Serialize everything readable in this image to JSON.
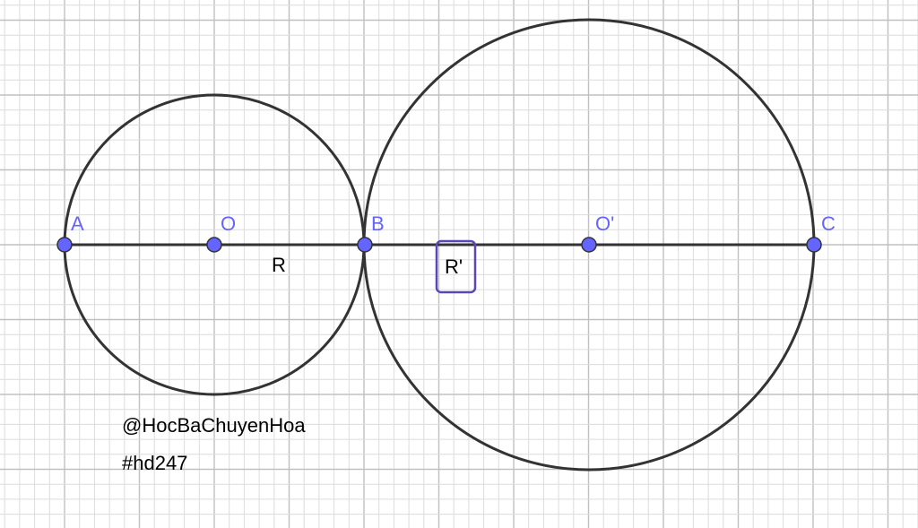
{
  "colors": {
    "background": "#ffffff",
    "grid_minor": "#dcdcdc",
    "grid_major": "#c0c0c0",
    "figure_stroke": "#333333",
    "point_fill": "#6464ff",
    "point_label": "#6464ff",
    "label_box": "#5a46b4"
  },
  "points": [
    {
      "id": "A",
      "label": "A"
    },
    {
      "id": "O",
      "label": "O"
    },
    {
      "id": "B",
      "label": "B"
    },
    {
      "id": "O2",
      "label": "O'"
    },
    {
      "id": "C",
      "label": "C"
    }
  ],
  "circles": [
    {
      "id": "circle-o",
      "center": "O",
      "through": "B"
    },
    {
      "id": "circle-o-prime",
      "center": "O'",
      "through": "C"
    }
  ],
  "segments": [
    {
      "from": "A",
      "to": "C"
    }
  ],
  "segment_labels": {
    "r": "R",
    "r_prime": "R'"
  },
  "credits": {
    "handle": "@HocBaChuyenHoa",
    "tag": "#hd247"
  }
}
